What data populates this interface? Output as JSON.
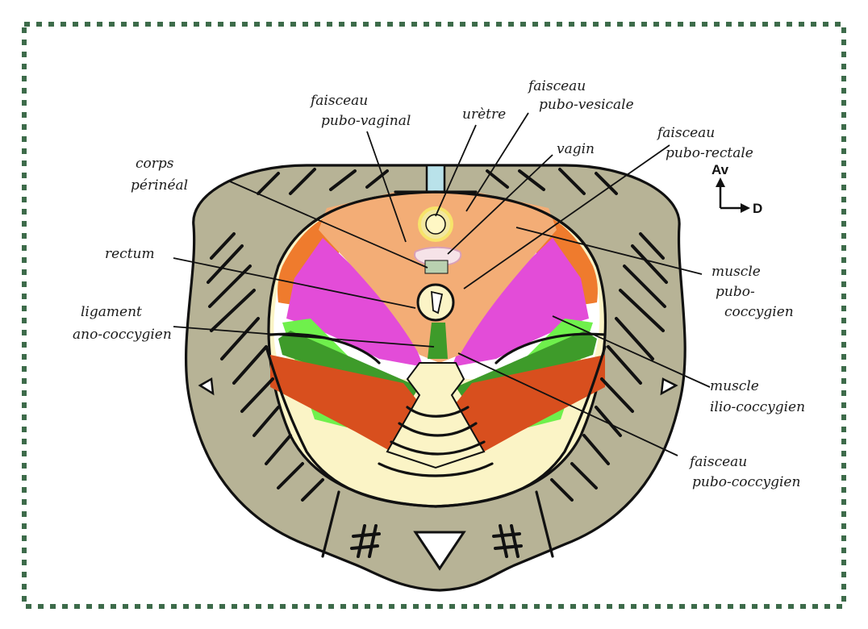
{
  "colors": {
    "frame": "#3d6b4a",
    "bone": "#b7b396",
    "sacrum_fill": "#fbf4c6",
    "pubo_visceral": "#f3ad76",
    "pubo_coccygeal": "#ef7b2d",
    "ilio_coccygeal": "#e34cd8",
    "ligament_light": "#6ff04c",
    "ligament_dark": "#3e9b2a",
    "coccygeus_red": "#d84f1e",
    "urethra_gap": "#b9e2ea"
  },
  "labels": {
    "faisceau_pubo_vaginal": [
      "faisceau",
      "pubo-vaginal"
    ],
    "uretre": "urètre",
    "faisceau_pubo_vesicale": [
      "faisceau",
      "pubo-vesicale"
    ],
    "vagin": "vagin",
    "faisceau_pubo_rectale": [
      "faisceau",
      "pubo-rectale"
    ],
    "corps_perineal": [
      "corps",
      "périnéal"
    ],
    "rectum": "rectum",
    "ligament_ano_coccygien": [
      "ligament",
      "ano-coccygien"
    ],
    "muscle_pubo_coccygien": [
      "muscle",
      "pubo-",
      "coccygien"
    ],
    "muscle_ilio_coccygien": [
      "muscle",
      "ilio-coccygien"
    ],
    "faisceau_pubo_coccygien": [
      "faisceau",
      "pubo-coccygien"
    ]
  },
  "orientation": {
    "anterior": "Av",
    "right": "D"
  },
  "icons": {
    "orientation": "orientation-arrows-icon",
    "hatch_left": "hash-mark-icon",
    "hatch_right": "hash-mark-icon"
  }
}
